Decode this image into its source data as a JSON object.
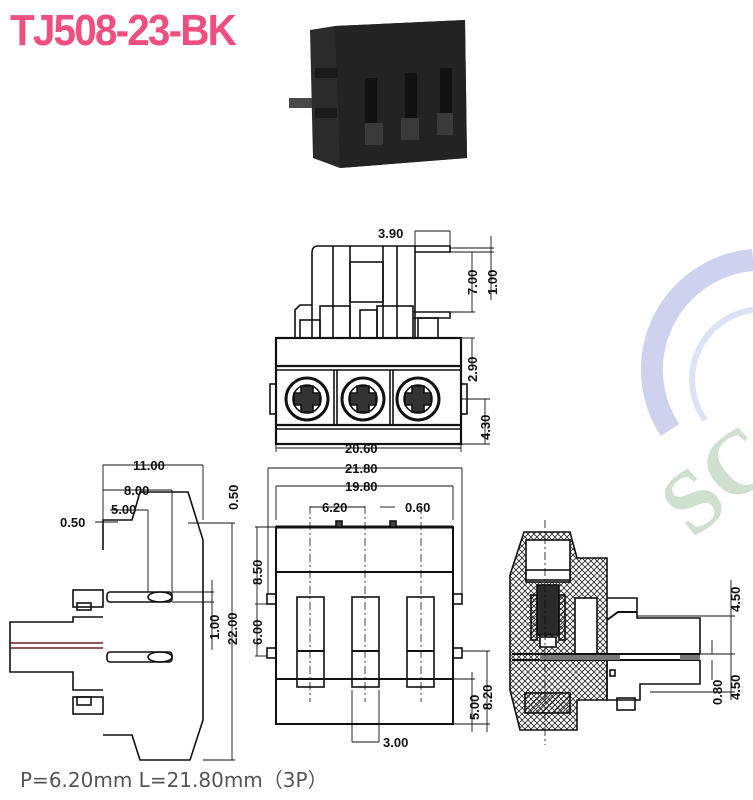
{
  "header": {
    "part_number": "TJ508-23-BK",
    "title_color": "#ef4f7e"
  },
  "photo": {
    "alt": "black 3-pin pluggable terminal block",
    "color": "#2b2b2b"
  },
  "top_view": {
    "dims": {
      "pin_offset": "3.90",
      "pin_length": "7.00",
      "pin_thickness": "1.00",
      "header_height": "2.90",
      "screw_height": "4.30",
      "body_width": "20.60"
    },
    "screw_count": 3
  },
  "side_view": {
    "dims": {
      "depth": "11.00",
      "slot_depth": "8.00",
      "slot_start": "5.00",
      "left_offset": "0.50",
      "top_offset": "0.50",
      "slot_width": "1.00",
      "height": "22.00"
    }
  },
  "front_view": {
    "dims": {
      "overall_top": "20.60",
      "length": "21.80",
      "inner_width": "19.80",
      "pitch": "6.20",
      "notch": "0.60",
      "upper_height": "8.50",
      "window_height": "6.00",
      "lower_a": "5.00",
      "lower_b": "8.20",
      "opening_width": "3.00"
    }
  },
  "section_view": {
    "dims": {
      "upper_pin": "4.50",
      "lower_pin": "4.50",
      "pin_thickness": "0.80"
    }
  },
  "footer": {
    "spec": "P=6.20mm  L=21.80mm（3P）"
  },
  "watermark": {
    "text": "SC",
    "arc_color": "#cdd3ee",
    "letter_color": "#cfe0cf"
  }
}
